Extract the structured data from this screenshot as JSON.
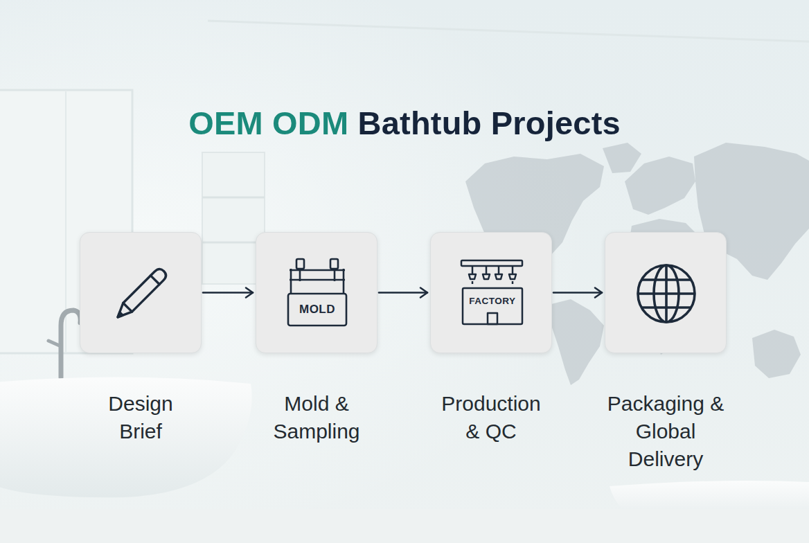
{
  "diagram": {
    "title": "OEM ODM Bathtub Projects",
    "nodes": [
      {
        "text": [
          "Design Brief"
        ]
      },
      {
        "text": [
          "MOLD",
          "Mold & Sampling"
        ]
      },
      {
        "text": [
          "FACTORY",
          "Production & QC"
        ]
      },
      {
        "text": [
          "Packaging & Global Delivery"
        ]
      }
    ],
    "edges": [
      {
        "from": 0,
        "to": 1,
        "arrow": "to"
      },
      {
        "from": 1,
        "to": 2,
        "arrow": "to"
      },
      {
        "from": 2,
        "to": 3,
        "arrow": "to"
      }
    ]
  }
}
